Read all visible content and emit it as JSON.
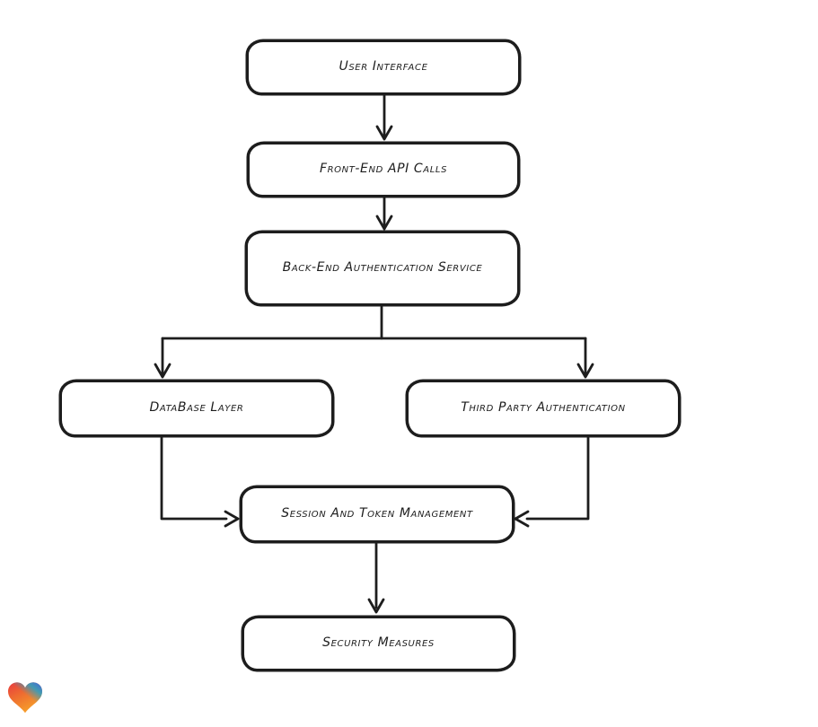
{
  "diagram": {
    "nodes": [
      {
        "id": "user-interface",
        "label": "User Interface"
      },
      {
        "id": "front-end-api-calls",
        "label": "Front-End API Calls"
      },
      {
        "id": "back-end-authentication-service",
        "label": "Back-End Authentication Service"
      },
      {
        "id": "database-layer",
        "label": "DataBase Layer"
      },
      {
        "id": "third-party-authentication",
        "label": "Third Party Authentication"
      },
      {
        "id": "session-and-token-management",
        "label": "Session And Token Management"
      },
      {
        "id": "security-measures",
        "label": "Security Measures"
      }
    ],
    "edges": [
      {
        "from": "user-interface",
        "to": "front-end-api-calls"
      },
      {
        "from": "front-end-api-calls",
        "to": "back-end-authentication-service"
      },
      {
        "from": "back-end-authentication-service",
        "to": "database-layer"
      },
      {
        "from": "back-end-authentication-service",
        "to": "third-party-authentication"
      },
      {
        "from": "database-layer",
        "to": "session-and-token-management"
      },
      {
        "from": "third-party-authentication",
        "to": "session-and-token-management"
      },
      {
        "from": "session-and-token-management",
        "to": "security-measures"
      }
    ],
    "style": {
      "stroke_color": "#1d1d1d",
      "node_fill": "#ffffff",
      "background_color": "#ffffff"
    }
  },
  "branding": {
    "logo_icon": "gradient-heart-icon",
    "logo_colors": {
      "red": "#e93a3f",
      "orange": "#f6a02b",
      "teal": "#2f9fc0",
      "blue": "#4667d6"
    }
  }
}
